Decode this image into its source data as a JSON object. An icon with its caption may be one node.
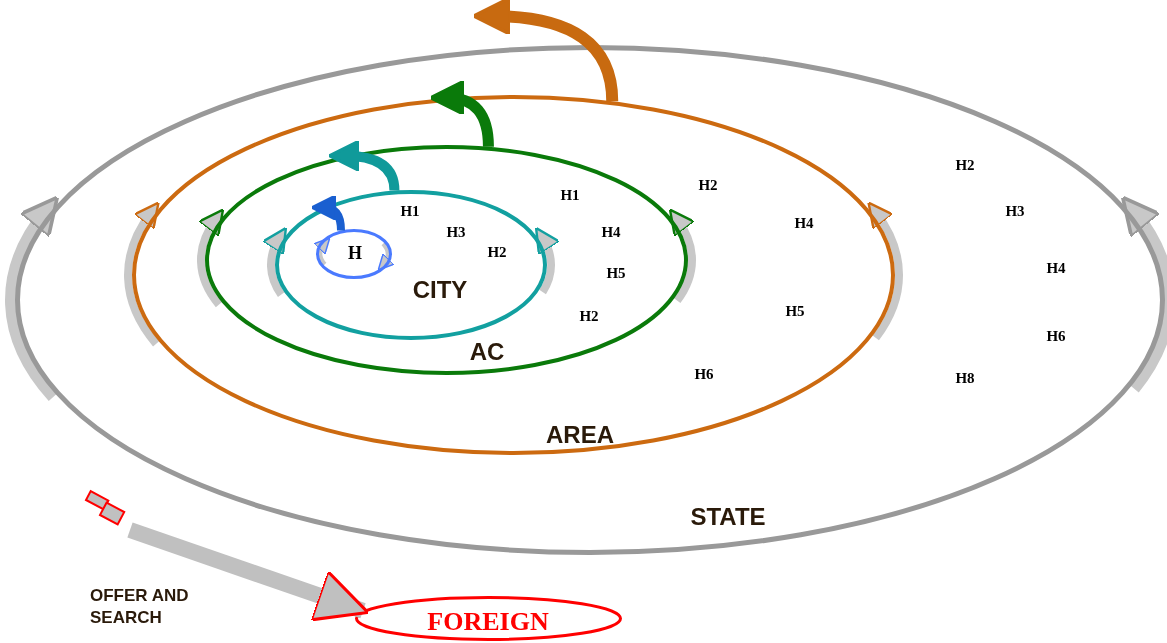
{
  "diagram": {
    "nodes": [
      {
        "text": [
          "STATE"
        ]
      },
      {
        "text": [
          "AREA"
        ],
        "in": 0
      },
      {
        "text": [
          "AC"
        ],
        "in": 1
      },
      {
        "text": [
          "CITY"
        ],
        "in": 2
      },
      {
        "text": [
          "H"
        ],
        "in": 3
      },
      {
        "text": [
          "FOREIGN"
        ]
      }
    ],
    "edges": [
      {
        "from": null,
        "to": 5,
        "arrow": "to",
        "label": "OFFER AND SEARCH"
      },
      {
        "from": 4,
        "to": 3,
        "arrow": "to",
        "color": "#1a5fd0"
      },
      {
        "from": 3,
        "to": 2,
        "arrow": "to",
        "color": "#109a9a"
      },
      {
        "from": 2,
        "to": 1,
        "arrow": "to",
        "color": "#0a7a0a"
      },
      {
        "from": 1,
        "to": null,
        "arrow": "to",
        "color": "#c86a10"
      }
    ],
    "labels": [
      "H2",
      "H2",
      "H1",
      "H1",
      "H3",
      "H4",
      "H4",
      "H3",
      "H2",
      "H4",
      "H5",
      "H5",
      "H2",
      "H6",
      "H6",
      "H8"
    ]
  }
}
